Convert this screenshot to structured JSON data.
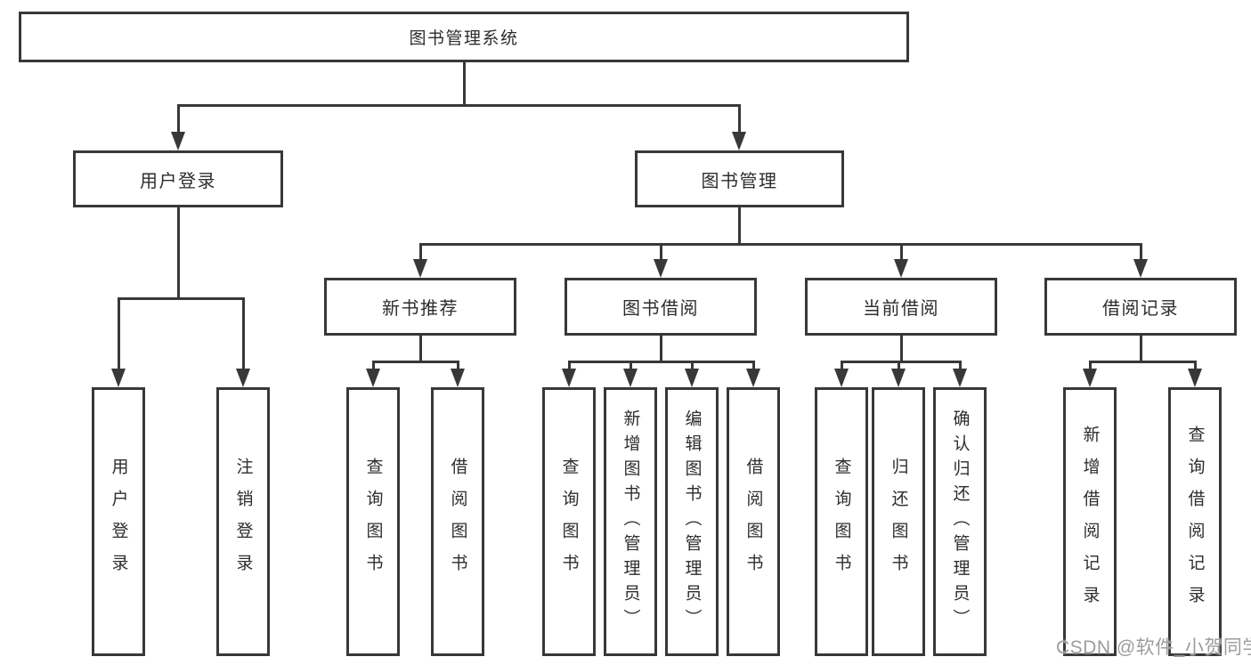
{
  "diagram": {
    "root": {
      "label": "图书管理系统"
    },
    "branches": [
      {
        "label": "用户登录",
        "children": [
          {
            "label": "用户登录"
          },
          {
            "label": "注销登录"
          }
        ]
      },
      {
        "label": "图书管理",
        "children": [
          {
            "label": "新书推荐",
            "children": [
              {
                "label": "查询图书"
              },
              {
                "label": "借阅图书"
              }
            ]
          },
          {
            "label": "图书借阅",
            "children": [
              {
                "label": "查询图书"
              },
              {
                "label": "新增图书（管理员）"
              },
              {
                "label": "编辑图书（管理员）"
              },
              {
                "label": "借阅图书"
              }
            ]
          },
          {
            "label": "当前借阅",
            "children": [
              {
                "label": "查询图书"
              },
              {
                "label": "归还图书"
              },
              {
                "label": "确认归还（管理员）"
              }
            ]
          },
          {
            "label": "借阅记录",
            "children": [
              {
                "label": "新增借阅记录"
              },
              {
                "label": "查询借阅记录"
              }
            ]
          }
        ]
      }
    ]
  },
  "colors": {
    "line": "#383838",
    "text": "#2d2d2d",
    "watermark": "#9c9c9c",
    "background": "#ffffff"
  },
  "watermark": {
    "text": "CSDN @软件_小贺同学"
  }
}
